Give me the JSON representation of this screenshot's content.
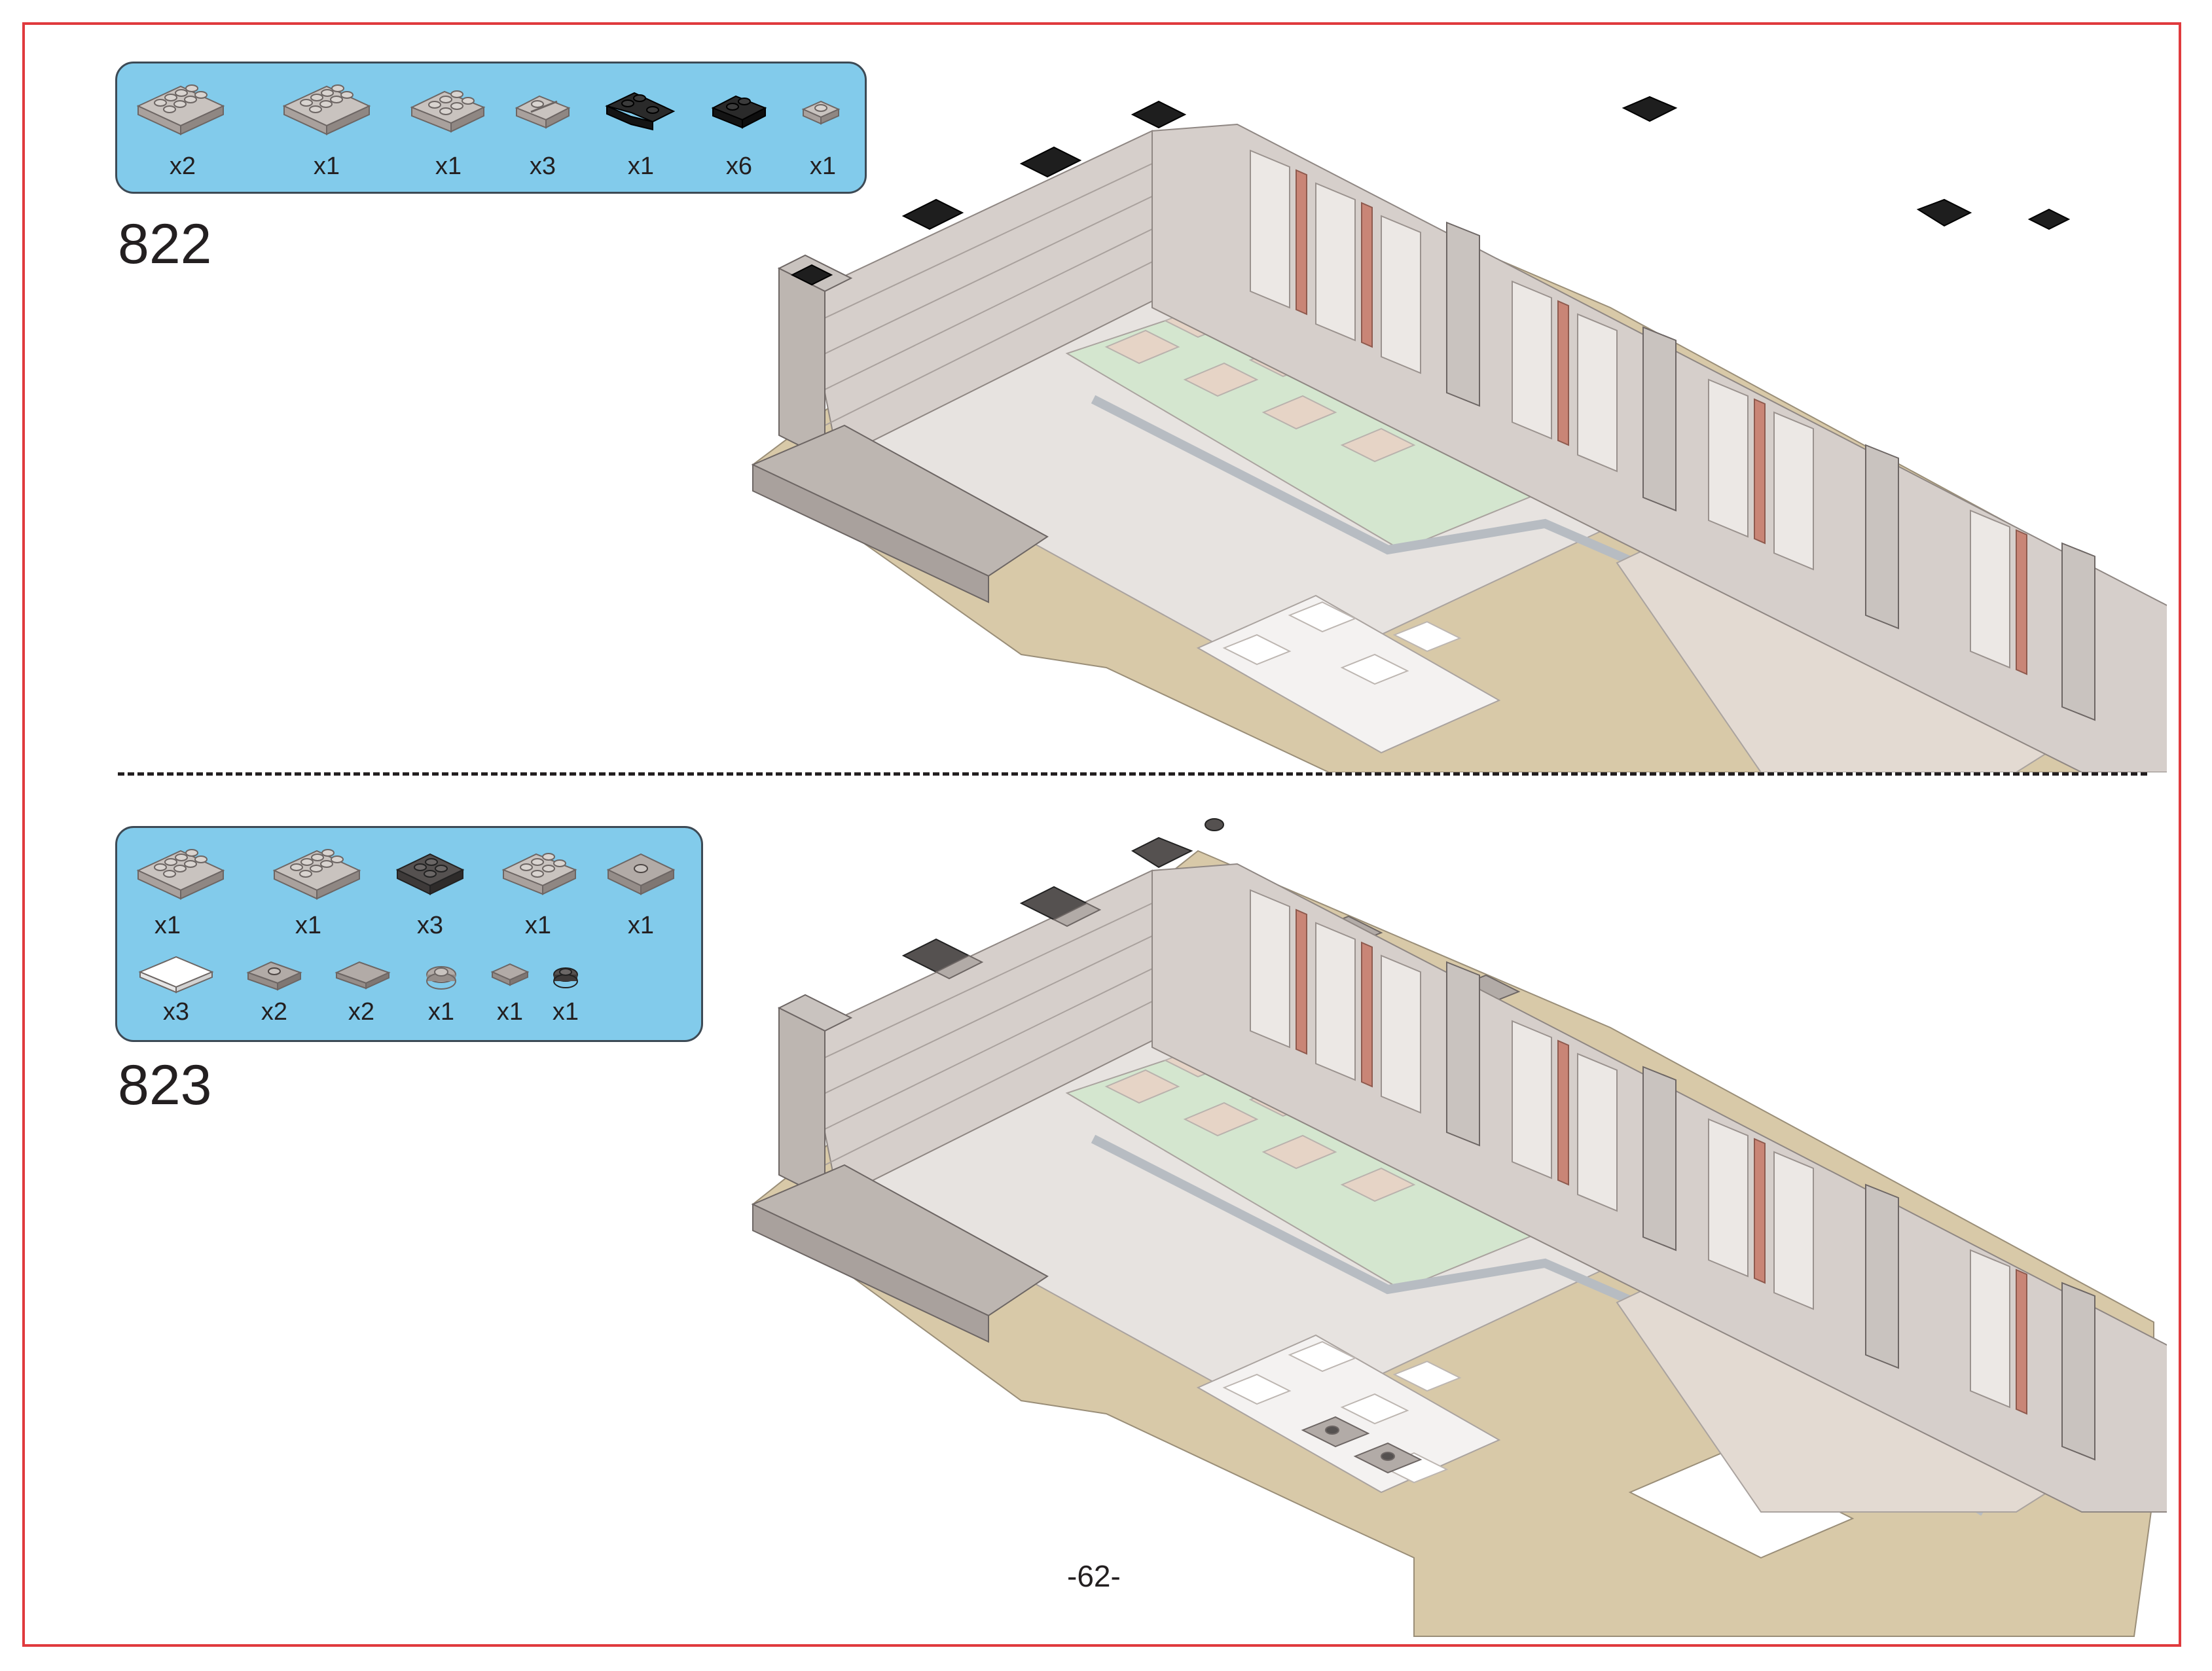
{
  "page_number": "-62-",
  "colors": {
    "frame": "#e03a3e",
    "parts_box": "#82cbeb",
    "light_gray": "#c9c3bf",
    "dark_gray": "#555150",
    "black": "#1e1e1e",
    "white": "#ffffff",
    "tan": "#d8c9a8",
    "sand_green": "#cfe3c9",
    "dark_tan": "#e1cfc0",
    "dark_red": "#c98576"
  },
  "steps": [
    {
      "number": "822",
      "parts": [
        {
          "icon": "plate-2x4-light-gray-icon",
          "qty": "x2"
        },
        {
          "icon": "plate-2x4-light-gray-icon",
          "qty": "x1"
        },
        {
          "icon": "plate-2x3-light-gray-icon",
          "qty": "x1"
        },
        {
          "icon": "plate-1x2-rail-light-gray-icon",
          "qty": "x3"
        },
        {
          "icon": "plate-corner-black-icon",
          "qty": "x1"
        },
        {
          "icon": "plate-1x2-black-icon",
          "qty": "x6"
        },
        {
          "icon": "plate-1x1-light-gray-icon",
          "qty": "x1"
        }
      ]
    },
    {
      "number": "823",
      "parts": [
        {
          "icon": "plate-2x4-light-gray-icon",
          "qty": "x1"
        },
        {
          "icon": "plate-2x4-light-gray-icon",
          "qty": "x1"
        },
        {
          "icon": "plate-2x2-dark-gray-icon",
          "qty": "x3"
        },
        {
          "icon": "plate-2x3-light-gray-icon",
          "qty": "x1"
        },
        {
          "icon": "jumper-2x2-light-gray-icon",
          "qty": "x1"
        },
        {
          "icon": "tile-2x2-white-icon",
          "qty": "x3"
        },
        {
          "icon": "jumper-1x2-light-gray-icon",
          "qty": "x2"
        },
        {
          "icon": "tile-1x2-light-gray-icon",
          "qty": "x2"
        },
        {
          "icon": "plate-round-1x1-light-gray-icon",
          "qty": "x1"
        },
        {
          "icon": "tile-1x1-light-gray-icon",
          "qty": "x1"
        },
        {
          "icon": "plate-round-1x1-dark-gray-icon",
          "qty": "x1"
        }
      ]
    }
  ]
}
